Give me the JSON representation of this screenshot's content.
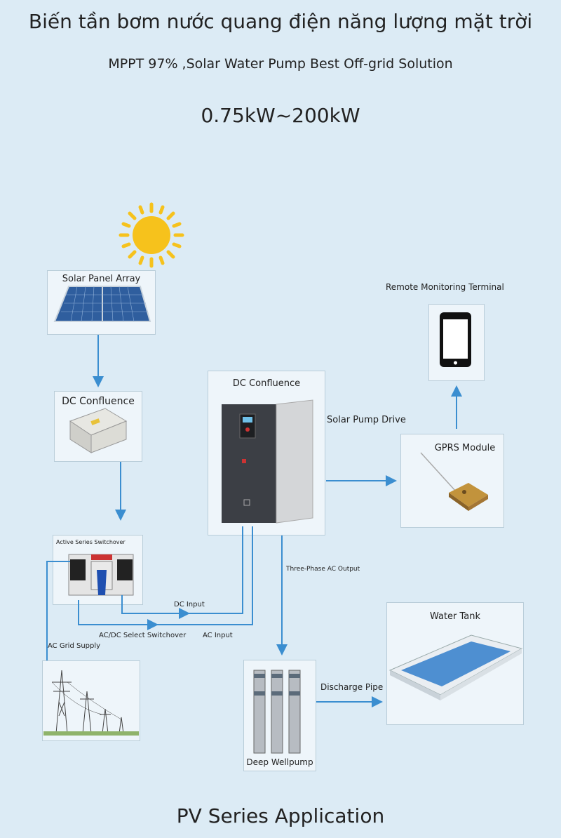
{
  "title": "Biến tần bơm nước quang điện năng lượng mặt trời",
  "subtitle": "MPPT 97% ,Solar Water Pump Best Off-grid Solution",
  "power_range": "0.75kW~200kW",
  "footer": "PV Series Application",
  "nodes": {
    "solar_panel_array": "Solar Panel Array",
    "dc_confluence_left": "DC Confluence",
    "dc_confluence_main": "DC Confluence",
    "solar_pump_drive": "Solar Pump Drive",
    "remote_monitoring": "Remote Monitoring Terminal",
    "gprs_module": "GPRS Module",
    "active_series_switchover": "Active Series Switchover",
    "water_tank": "Water Tank",
    "deep_wellpump": "Deep Wellpump"
  },
  "edge_labels": {
    "dc_input": "DC Input",
    "ac_dc_select": "AC/DC Select Switchover",
    "ac_input": "AC Input",
    "ac_grid_supply": "AC Grid Supply",
    "three_phase_output": "Three-Phase AC Output",
    "discharge_pipe": "Discharge Pipe"
  },
  "colors": {
    "background": "#dcebf5",
    "arrow": "#3b8ed0",
    "sun": "#f6c21c"
  },
  "icons": [
    "sun-icon",
    "solar-panel-icon",
    "junction-box-icon",
    "inverter-icon",
    "smartphone-icon",
    "gps-antenna-icon",
    "transfer-switch-icon",
    "power-tower-icon",
    "pump-icon",
    "pool-icon"
  ]
}
